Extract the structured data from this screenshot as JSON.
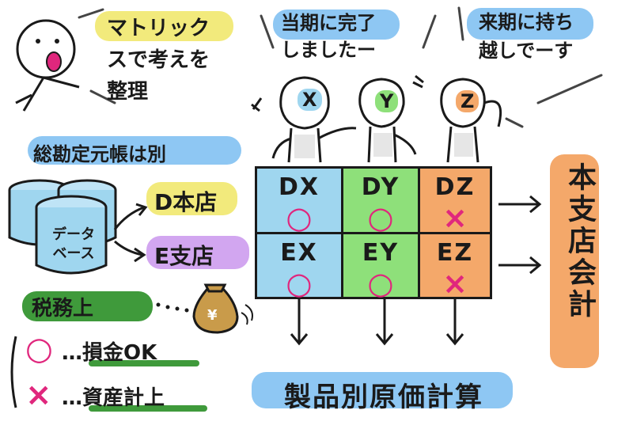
{
  "top": {
    "bubble_matrix": "マトリックスで考えを整理",
    "bubble_done": "当期に完了しましたー",
    "bubble_carry": "来期に持ち越しでーす",
    "person_labels": [
      "X",
      "Y",
      "Z"
    ]
  },
  "left": {
    "ledger_label": "総勘定元帳は別",
    "db_label": "データベース",
    "branch_d": "D本店",
    "branch_e": "E支店",
    "tax_label": "税務上",
    "legend": [
      {
        "symbol": "○",
        "text": "…損金OK"
      },
      {
        "symbol": "×",
        "text": "…資産計上"
      }
    ]
  },
  "matrix": {
    "rows": [
      [
        {
          "label": "DX",
          "mark": "○"
        },
        {
          "label": "DY",
          "mark": "○"
        },
        {
          "label": "DZ",
          "mark": "×"
        }
      ],
      [
        {
          "label": "EX",
          "mark": "○"
        },
        {
          "label": "EY",
          "mark": "○"
        },
        {
          "label": "EZ",
          "mark": "×"
        }
      ]
    ]
  },
  "right_label": "本支店会計",
  "bottom_label": "製品別原価計算",
  "colors": {
    "col_x": "#9fd6ef",
    "col_y": "#8ee07a",
    "col_z": "#f4a86a",
    "mark": "#e0277d",
    "yellow": "#f2ea7c",
    "blue": "#8ec7f3",
    "purple": "#d2a6f0",
    "green": "#3f9a3b",
    "orange": "#f4a86a"
  },
  "icons": [
    "person-icon",
    "database-icon",
    "money-bag-icon",
    "arrow-icon"
  ]
}
